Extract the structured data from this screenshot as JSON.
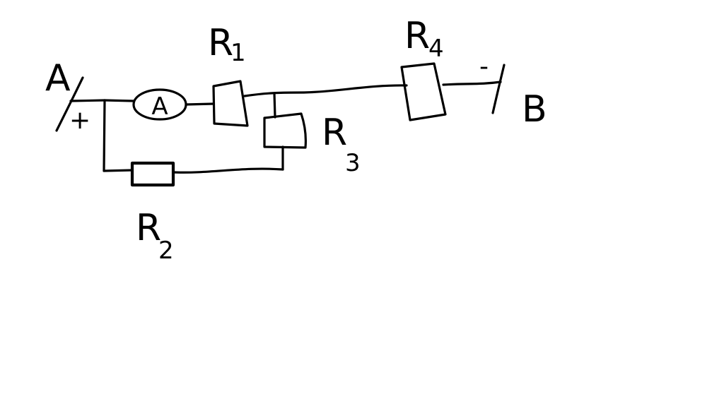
{
  "diagram": {
    "terminals": {
      "a": {
        "name": "A",
        "polarity": "+"
      },
      "b": {
        "name": "B",
        "polarity": "-"
      }
    },
    "ammeter": {
      "symbol": "A"
    },
    "resistors": [
      {
        "id": "r1",
        "letter": "R",
        "index": "1"
      },
      {
        "id": "r2",
        "letter": "R",
        "index": "2"
      },
      {
        "id": "r3",
        "letter": "R",
        "index": "3"
      },
      {
        "id": "r4",
        "letter": "R",
        "index": "4"
      }
    ]
  }
}
